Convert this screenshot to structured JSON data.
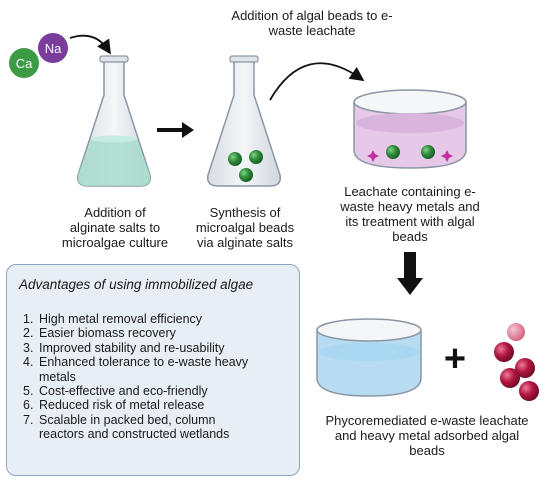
{
  "ions": {
    "left": "Ca",
    "right": "Na"
  },
  "steps": {
    "flask1_caption": [
      "Addition of",
      "alginate salts to",
      "microalgae culture"
    ],
    "flask2_caption": [
      "Synthesis of",
      "microalgal beads",
      "via alginate salts"
    ],
    "transfer_caption": [
      "Addition of algal beads to e-",
      "waste leachate"
    ],
    "dish_caption": [
      "Leachate containing e-",
      "waste heavy metals and",
      "its treatment with algal",
      "beads"
    ],
    "final_caption": [
      "Phycoremediated e-waste leachate",
      "and heavy metal adsorbed algal",
      "beads"
    ]
  },
  "advantages": {
    "title": "Advantages of using immobilized algae",
    "items": [
      {
        "num": "1.",
        "lines": [
          "High metal removal efficiency"
        ]
      },
      {
        "num": "2.",
        "lines": [
          "Easier biomass recovery"
        ]
      },
      {
        "num": "3.",
        "lines": [
          "Improved stability and re-usability"
        ]
      },
      {
        "num": "4.",
        "lines": [
          "Enhanced tolerance to e-waste heavy",
          "metals"
        ]
      },
      {
        "num": "5.",
        "lines": [
          "Cost-effective and eco-friendly"
        ]
      },
      {
        "num": "6.",
        "lines": [
          "Reduced risk of metal release"
        ]
      },
      {
        "num": "7.",
        "lines": [
          "Scalable in packed bed, column",
          "reactors and constructed wetlands"
        ]
      }
    ]
  },
  "plus_sign": "+",
  "colors": {
    "ca_ion": "#3d9a45",
    "na_ion": "#7a3d9c",
    "alga_bead": "#2f8a3a",
    "leachate": "#d9b4dc",
    "metal_sparkle": "#c0339a",
    "treated_water": "#a9d6f0",
    "adsorbed_bead": "#b0163f",
    "box_fill": "#e8eef6",
    "box_border": "#8fa4c4"
  }
}
